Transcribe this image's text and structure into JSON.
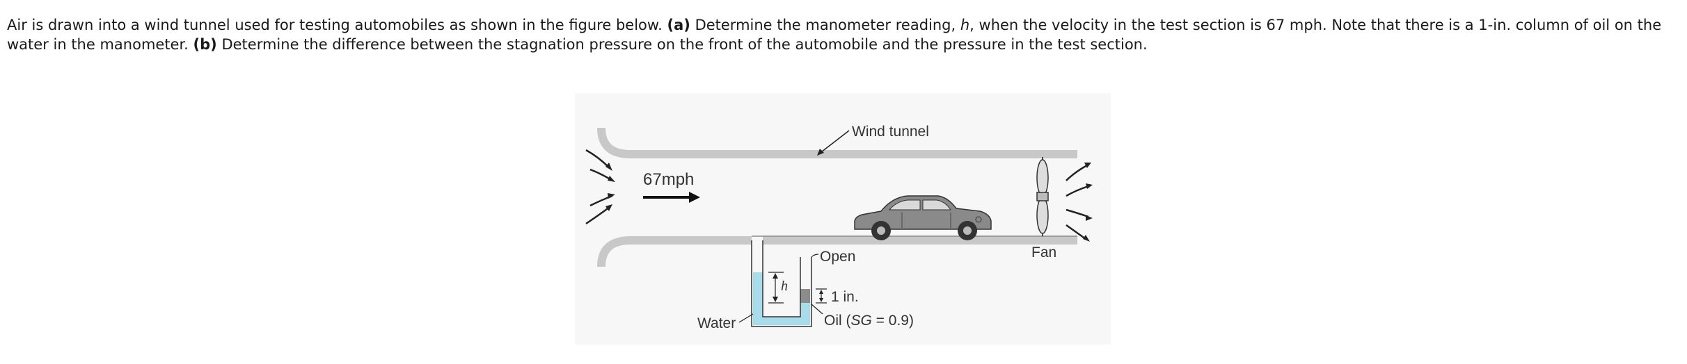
{
  "problem": {
    "intro": "Air is drawn into a wind tunnel used for testing automobiles as shown in the figure below.",
    "part_a_marker": "(a)",
    "part_a_text_1": "Determine the manometer reading,",
    "part_a_var": "h",
    "part_a_text_2": ", when the velocity in the test section is 67 mph. Note that there is a 1-in. column of oil on the water in the manometer.",
    "part_b_marker": "(b)",
    "part_b_text": "Determine the difference between the stagnation pressure on the front of the automobile and the pressure in the test section."
  },
  "figure": {
    "wind_tunnel_label": "Wind tunnel",
    "speed_label": "67mph",
    "open_label": "Open",
    "fan_label": "Fan",
    "h_label": "h",
    "oil_height_label": "1 in.",
    "water_label": "Water",
    "oil_label_prefix": "Oil (",
    "oil_label_sg": "SG",
    "oil_label_suffix": " = 0.9)",
    "colors": {
      "water": "#a9dcea",
      "oil": "#8c8c8c",
      "wall": "#c8c8c8",
      "car_body": "#7a7a7a"
    }
  }
}
